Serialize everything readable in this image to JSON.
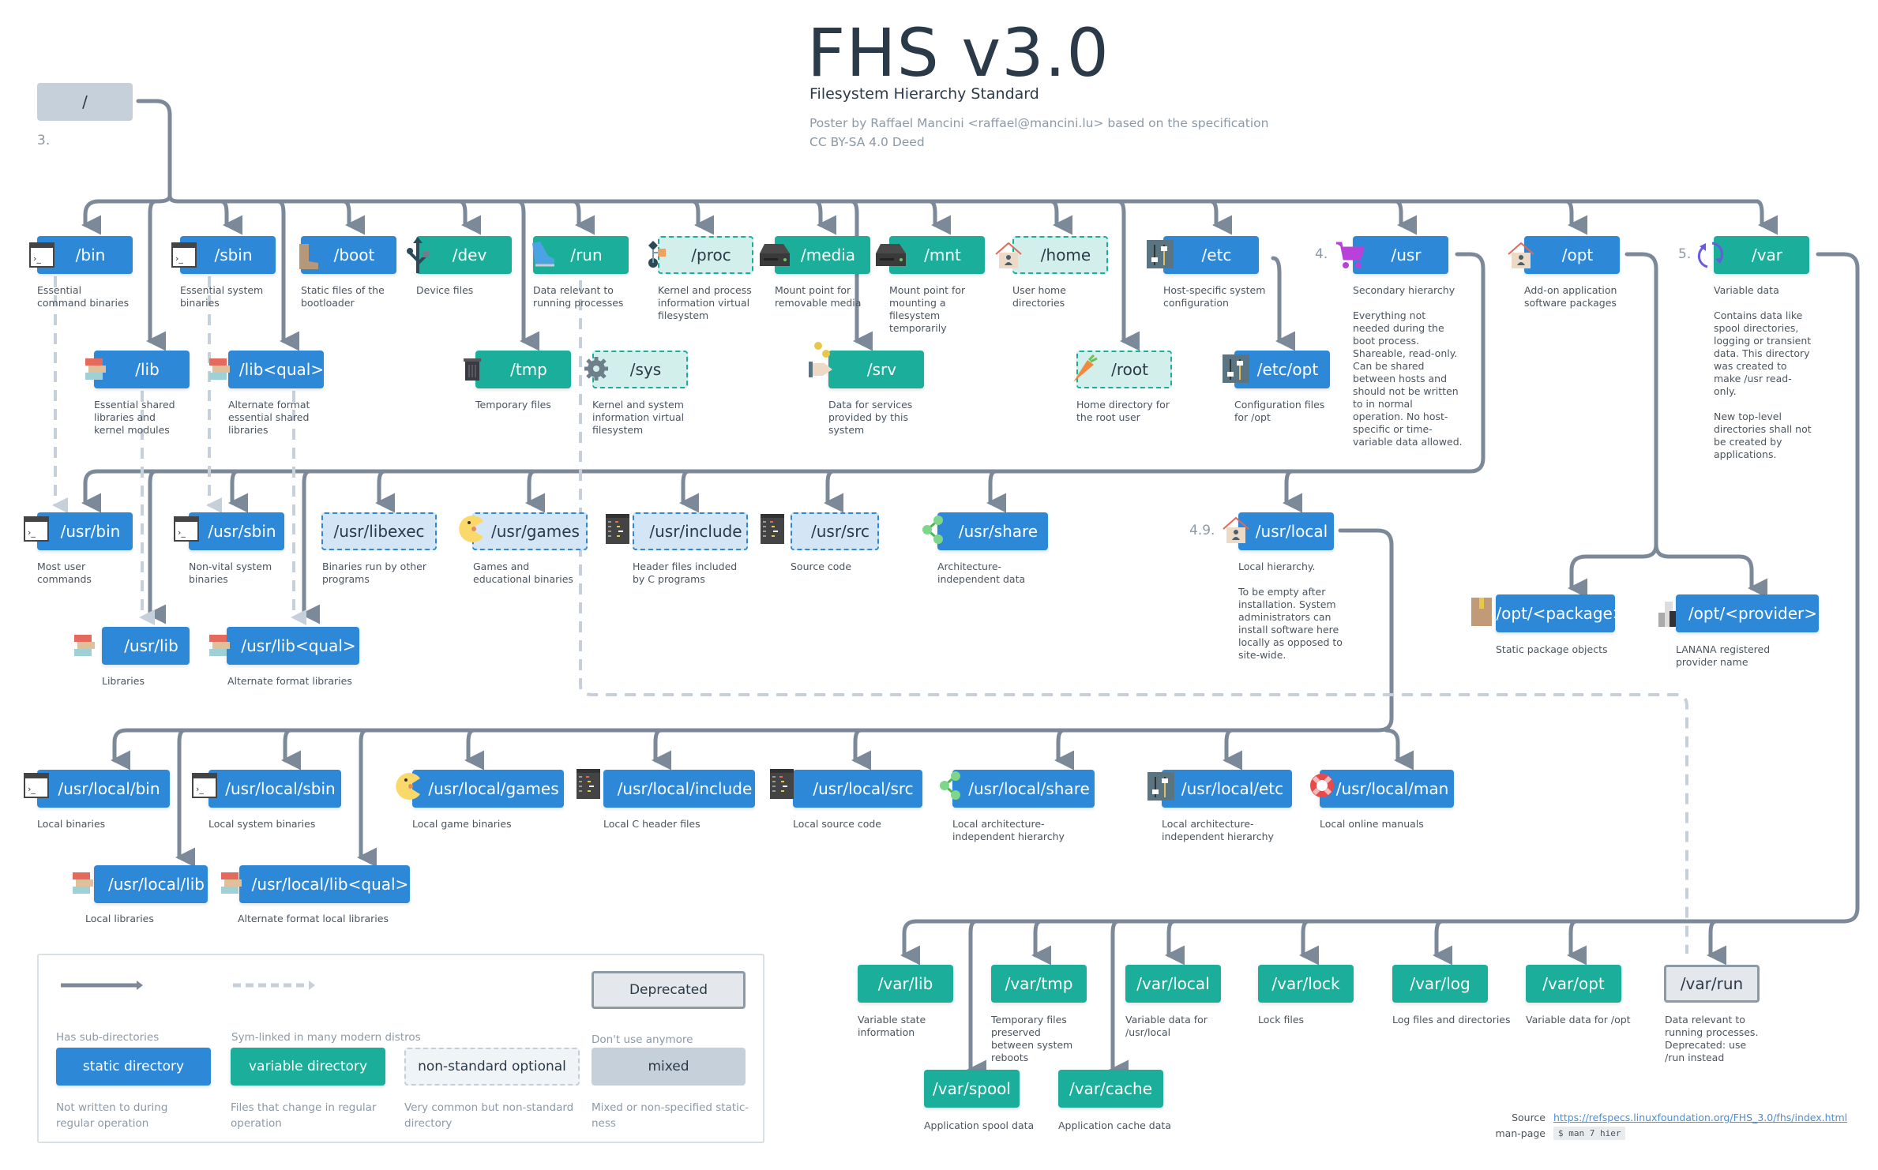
{
  "header": {
    "title": "FHS v3.0",
    "subtitle": "Filesystem Hierarchy Standard",
    "credit_line1": "Poster by Raffael Mancini <raffael@mancini.lu> based on the specification",
    "credit_line2": "CC BY-SA 4.0 Deed"
  },
  "root": {
    "label": "/",
    "section": "3."
  },
  "sections": {
    "usr": "4.",
    "var": "5.",
    "usr_local": "4.9."
  },
  "colors": {
    "static": "#2d89d8",
    "variable": "#1baf9b",
    "line": "#7b8998",
    "symlink": "#c5d0da"
  },
  "nodes": {
    "bin": {
      "label": "/bin",
      "desc": "Essential command binaries",
      "icon": "terminal-icon",
      "type": "static"
    },
    "sbin": {
      "label": "/sbin",
      "desc": "Essential system binaries",
      "icon": "terminal-icon",
      "type": "static"
    },
    "boot": {
      "label": "/boot",
      "desc": "Static files of the bootloader",
      "icon": "boot-icon",
      "type": "static"
    },
    "dev": {
      "label": "/dev",
      "desc": "Device files",
      "icon": "usb-icon",
      "type": "variable"
    },
    "run": {
      "label": "/run",
      "desc": "Data relevant to running processes",
      "icon": "running-shoe-icon",
      "type": "variable"
    },
    "proc": {
      "label": "/proc",
      "desc": "Kernel and process information virtual filesystem",
      "icon": "flowchart-icon",
      "type": "optional-variable"
    },
    "media": {
      "label": "/media",
      "desc": "Mount point for removable media",
      "icon": "hard-drive-icon",
      "type": "variable"
    },
    "mnt": {
      "label": "/mnt",
      "desc": "Mount point for mounting a filesystem temporarily",
      "icon": "hard-drive-icon",
      "type": "variable"
    },
    "home": {
      "label": "/home",
      "desc": "User home directories",
      "icon": "house-icon",
      "type": "optional-variable"
    },
    "etc": {
      "label": "/etc",
      "desc": "Host-specific system configuration",
      "icon": "sliders-icon",
      "type": "static"
    },
    "usr": {
      "label": "/usr",
      "desc": "Secondary hierarchy",
      "desc2": "Everything not needed during the boot process. Shareable, read-only.  Can be shared between hosts and should not be written to in normal operation. No host-specific or time-variable data allowed.",
      "icon": "shopping-cart-icon",
      "type": "static"
    },
    "opt": {
      "label": "/opt",
      "desc": "Add-on application software packages",
      "icon": "house-icon",
      "type": "static"
    },
    "var": {
      "label": "/var",
      "desc": "Variable data",
      "desc2": "Contains data like spool directories, logging or transient data. This directory was created to make /usr read-only.",
      "desc3": "New top-level directories shall not be created by applications.",
      "icon": "refresh-icon",
      "type": "variable"
    },
    "lib": {
      "label": "/lib",
      "desc": "Essential shared libraries and kernel modules",
      "icon": "books-icon",
      "type": "static"
    },
    "libqual": {
      "label": "/lib<qual>",
      "desc": "Alternate format essential shared libraries",
      "icon": "books-icon",
      "type": "static"
    },
    "tmp": {
      "label": "/tmp",
      "desc": "Temporary files",
      "icon": "trash-icon",
      "type": "variable"
    },
    "sys": {
      "label": "/sys",
      "desc": "Kernel and system information virtual filesystem",
      "icon": "gear-icon",
      "type": "optional-variable"
    },
    "srv": {
      "label": "/srv",
      "desc": "Data for services provided by this system",
      "icon": "hand-coins-icon",
      "type": "variable"
    },
    "rootdir": {
      "label": "/root",
      "desc": "Home directory for the root user",
      "icon": "carrot-icon",
      "type": "optional-variable"
    },
    "etcopt": {
      "label": "/etc/opt",
      "desc": "Configuration files for /opt",
      "icon": "sliders-icon",
      "type": "static"
    },
    "usrbin": {
      "label": "/usr/bin",
      "desc": "Most user commands",
      "icon": "terminal-icon",
      "type": "static"
    },
    "usrsbin": {
      "label": "/usr/sbin",
      "desc": "Non-vital system binaries",
      "icon": "terminal-icon",
      "type": "static"
    },
    "usrlibexec": {
      "label": "/usr/libexec",
      "desc": "Binaries run by other programs",
      "type": "optional-static"
    },
    "usrgames": {
      "label": "/usr/games",
      "desc": "Games and educational binaries",
      "icon": "pacman-icon",
      "type": "optional-static"
    },
    "usrinclude": {
      "label": "/usr/include",
      "desc": "Header files included by C programs",
      "icon": "code-window-icon",
      "type": "optional-static"
    },
    "usrsrc": {
      "label": "/usr/src",
      "desc": "Source code",
      "icon": "code-window-icon",
      "type": "optional-static"
    },
    "usrshare": {
      "label": "/usr/share",
      "desc": "Architecture-independent data",
      "icon": "share-icon",
      "type": "static"
    },
    "usrlocal": {
      "label": "/usr/local",
      "desc": "Local hierarchy.",
      "desc2": "To be empty after installation. System administrators can install software here locally as opposed to site-wide.",
      "icon": "house-icon",
      "type": "static"
    },
    "optpackage": {
      "label": "/opt/<package>",
      "desc": "Static package objects",
      "icon": "package-box-icon",
      "type": "static"
    },
    "optprovider": {
      "label": "/opt/<provider>",
      "desc": "LANANA registered provider name",
      "icon": "buildings-icon",
      "type": "static"
    },
    "usrlib": {
      "label": "/usr/lib",
      "desc": "Libraries",
      "icon": "books-icon",
      "type": "static"
    },
    "usrlibqual": {
      "label": "/usr/lib<qual>",
      "desc": "Alternate format libraries",
      "icon": "books-icon",
      "type": "static"
    },
    "ulbin": {
      "label": "/usr/local/bin",
      "desc": "Local binaries",
      "icon": "terminal-icon",
      "type": "static"
    },
    "ulsbin": {
      "label": "/usr/local/sbin",
      "desc": "Local system binaries",
      "icon": "terminal-icon",
      "type": "static"
    },
    "ulgames": {
      "label": "/usr/local/games",
      "desc": "Local game binaries",
      "icon": "pacman-icon",
      "type": "static"
    },
    "ulinclude": {
      "label": "/usr/local/include",
      "desc": "Local C header files",
      "icon": "code-window-icon",
      "type": "static"
    },
    "ulsrc": {
      "label": "/usr/local/src",
      "desc": "Local source code",
      "icon": "code-window-icon",
      "type": "static"
    },
    "ulshare": {
      "label": "/usr/local/share",
      "desc": "Local architecture-independent hierarchy",
      "icon": "share-icon",
      "type": "static"
    },
    "uletc": {
      "label": "/usr/local/etc",
      "desc": "Local architecture-independent hierarchy",
      "icon": "sliders-icon",
      "type": "static"
    },
    "ulman": {
      "label": "/usr/local/man",
      "desc": "Local online manuals",
      "icon": "lifebuoy-icon",
      "type": "static"
    },
    "ullib": {
      "label": "/usr/local/lib",
      "desc": "Local libraries",
      "icon": "books-icon",
      "type": "static"
    },
    "ullibqual": {
      "label": "/usr/local/lib<qual>",
      "desc": "Alternate format local libraries",
      "icon": "books-icon",
      "type": "static"
    },
    "varlib": {
      "label": "/var/lib",
      "desc": "Variable state information",
      "type": "variable"
    },
    "vartmp": {
      "label": "/var/tmp",
      "desc": "Temporary files preserved between system reboots",
      "type": "variable"
    },
    "varlocal": {
      "label": "/var/local",
      "desc": "Variable data for /usr/local",
      "type": "variable"
    },
    "varlock": {
      "label": "/var/lock",
      "desc": "Lock files",
      "type": "variable"
    },
    "varlog": {
      "label": "/var/log",
      "desc": "Log files and directories",
      "type": "variable"
    },
    "varopt": {
      "label": "/var/opt",
      "desc": "Variable data for /opt",
      "type": "variable"
    },
    "varrun": {
      "label": "/var/run",
      "desc": "Data relevant to running processes. Deprecated: use /run instead",
      "type": "deprecated"
    },
    "varspool": {
      "label": "/var/spool",
      "desc": "Application spool data",
      "type": "variable"
    },
    "varcache": {
      "label": "/var/cache",
      "desc": "Application cache data",
      "type": "variable"
    }
  },
  "legend": {
    "solid_arrow": "Has sub-directories",
    "dashed_arrow": "Sym-linked in many modern distros",
    "deprecated_label": "Deprecated",
    "deprecated_desc": "Don't use anymore",
    "static_label": "static directory",
    "static_desc": "Not written to during regular operation",
    "variable_label": "variable directory",
    "variable_desc": "Files that change in regular operation",
    "nonstd_label": "non-standard optional",
    "nonstd_desc": "Very common but non-standard directory",
    "mixed_label": "mixed",
    "mixed_desc": "Mixed or non-specified static-ness"
  },
  "footer": {
    "source_key": "Source",
    "source_url": "https://refspecs.linuxfoundation.org/FHS_3.0/fhs/index.html",
    "manpage_key": "man-page",
    "manpage_cmd": "$ man 7 hier"
  }
}
